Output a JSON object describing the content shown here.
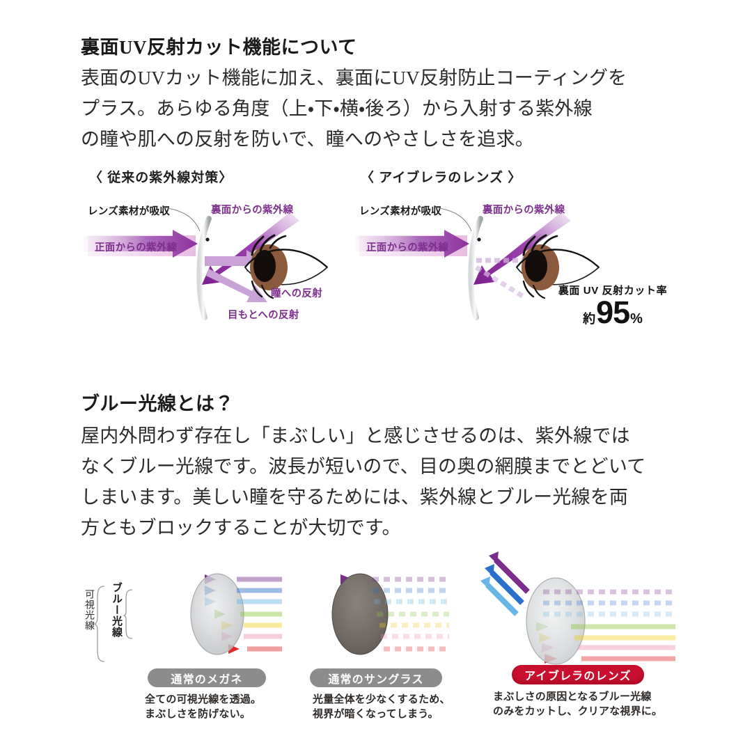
{
  "sections": [
    {
      "heading": "裏面UV反射カット機能について",
      "paragraph_lines": [
        "表面のUVカット機能に加え、裏面にUV反射防止コーティングを",
        "プラス。あらゆる角度（上・下・横・後ろ）から入射する紫外線",
        "の瞳や肌への反射を防いで、瞳へのやさしさを追求。"
      ]
    },
    {
      "heading": "ブルー光線とは？",
      "paragraph_lines": [
        "屋内外問わず存在し「まぶしい」と感じさせるのは、紫外線では",
        "なくブルー光線です。波長が短いので、目の奥の網膜までとどいて",
        "しまいます。美しい瞳を守るためには、紫外線とブルー光線を両",
        "方ともブロックすることが大切です。"
      ]
    }
  ],
  "uv_diagram": {
    "panels": [
      {
        "title": "〈 従来の紫外線対策〉",
        "label_absorb": "レンズ素材が吸収",
        "label_back_uv": "裏面からの紫外線",
        "label_front_uv": "正面からの紫外線",
        "label_pupil_reflect": "瞳への反射",
        "label_eye_area_reflect": "目もとへの反射"
      },
      {
        "title": "〈 アイブレラのレンズ 〉",
        "label_absorb": "レンズ素材が吸収",
        "label_back_uv": "裏面からの紫外線",
        "label_front_uv": "正面からの紫外線",
        "stat_caption": "裏面 UV 反射カット率",
        "stat_approx": "約",
        "stat_number": "95",
        "stat_unit": "%"
      }
    ]
  },
  "blue_light_diagram": {
    "axis_labels": {
      "visible_light": "可視光線",
      "blue_light": "ブルー光線"
    },
    "panels": [
      {
        "badge": "通常のメガネ",
        "badge_color": "#8c8c8c",
        "caption_lines": [
          "全ての可視光線を透過。",
          "まぶしさを防げない。"
        ]
      },
      {
        "badge": "通常のサングラス",
        "badge_color": "#8c8c8c",
        "caption_lines": [
          "光量全体を少なくするため、",
          "視界が暗くなってしまう。"
        ]
      },
      {
        "badge": "アイブレラのレンズ",
        "badge_color": "#c8102e",
        "caption_lines": [
          "まぶしさの原因となるブルー光線",
          "のみをカットし、クリアな視界に。"
        ]
      }
    ],
    "spectrum_colors": [
      "#7b2d8e",
      "#2a6fc9",
      "#68b6e8",
      "#8cc63f",
      "#f2d024",
      "#ef8fb4",
      "#e02b2b"
    ]
  },
  "theme": {
    "uv_purple": "#7d2f8e",
    "uv_arrow": "#8e2f9e",
    "uv_arrow_light": "#c9a3d6",
    "lens_gray": "#b9bcbe",
    "iris_brown": "#8b5a3c",
    "text_dark": "#1a1a1a"
  }
}
